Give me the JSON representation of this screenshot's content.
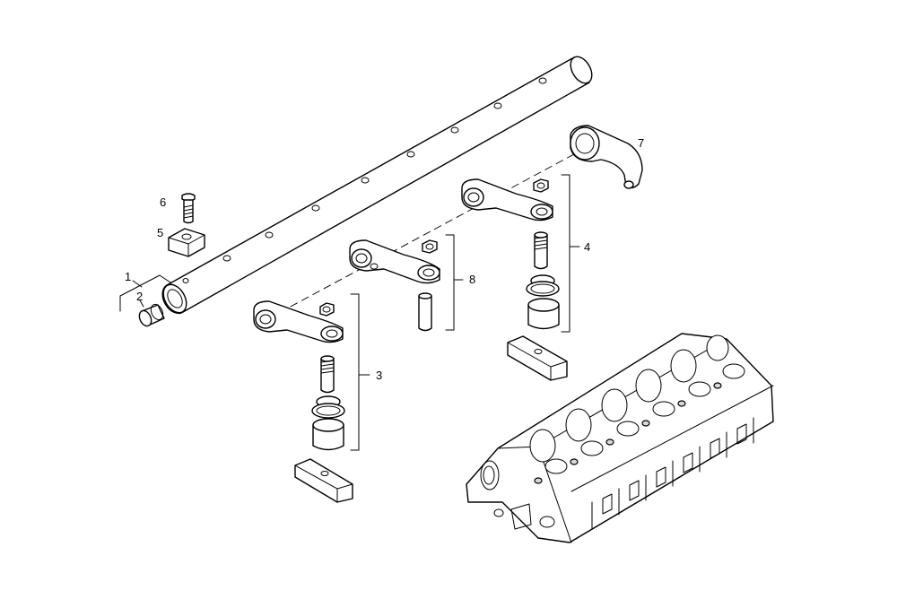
{
  "callouts": [
    {
      "id": "1",
      "text": "1"
    },
    {
      "id": "2",
      "text": "2"
    },
    {
      "id": "3",
      "text": "3"
    },
    {
      "id": "4",
      "text": "4"
    },
    {
      "id": "5",
      "text": "5"
    },
    {
      "id": "6",
      "text": "6"
    },
    {
      "id": "7",
      "text": "7"
    },
    {
      "id": "8",
      "text": "8"
    }
  ],
  "colors": {
    "line": "#000000",
    "background": "#ffffff",
    "shade": "#d8d8d8"
  }
}
